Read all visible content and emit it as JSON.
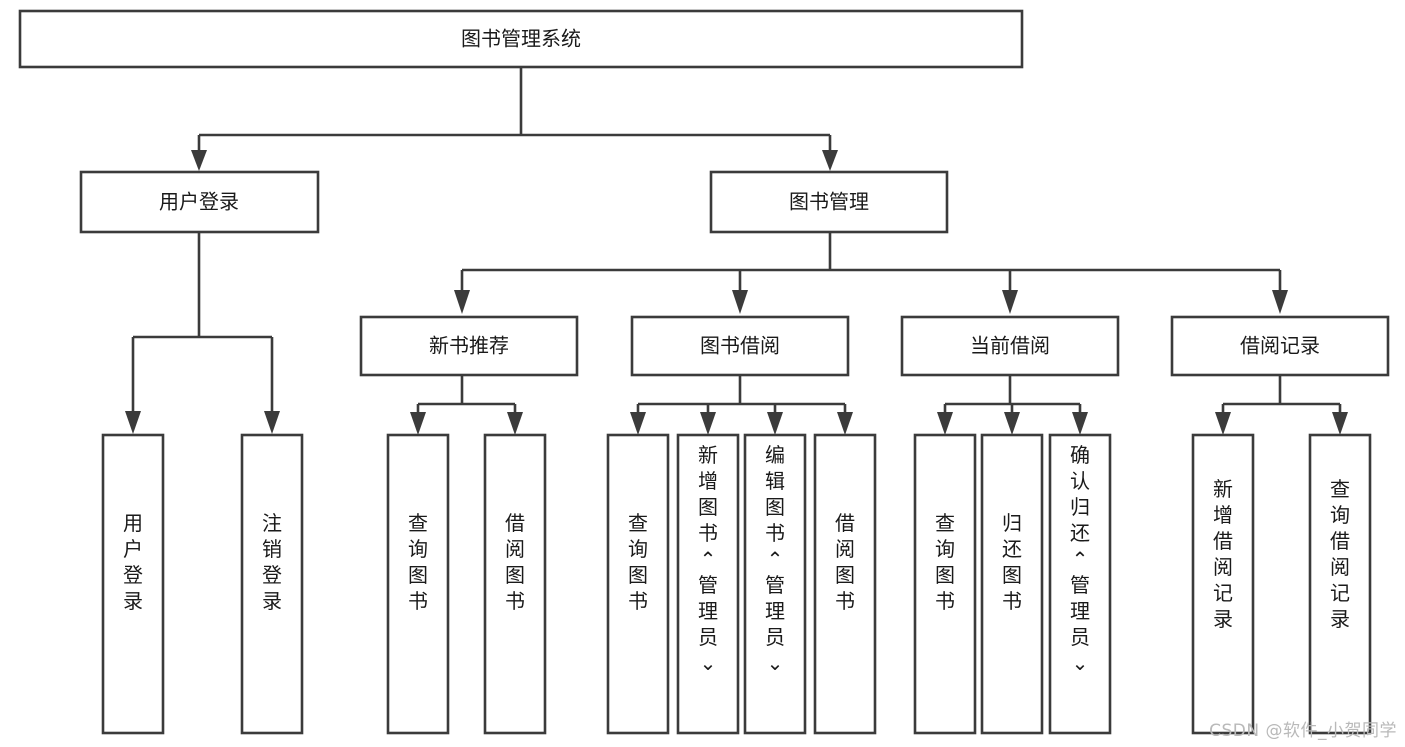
{
  "diagram": {
    "type": "tree",
    "title": "图书管理系统",
    "root": {
      "id": "root",
      "label": "图书管理系统",
      "orientation": "horizontal"
    },
    "level1": [
      {
        "id": "user-login",
        "label": "用户登录",
        "orientation": "horizontal"
      },
      {
        "id": "book-manage",
        "label": "图书管理",
        "orientation": "horizontal"
      }
    ],
    "level2": [
      {
        "id": "new-book-recommend",
        "label": "新书推荐",
        "orientation": "horizontal",
        "parent": "book-manage"
      },
      {
        "id": "book-borrow",
        "label": "图书借阅",
        "orientation": "horizontal",
        "parent": "book-manage"
      },
      {
        "id": "current-borrow",
        "label": "当前借阅",
        "orientation": "horizontal",
        "parent": "book-manage"
      },
      {
        "id": "borrow-record",
        "label": "借阅记录",
        "orientation": "horizontal",
        "parent": "book-manage"
      }
    ],
    "leaves": [
      {
        "id": "leaf-user-login",
        "label": "用户登录",
        "orientation": "vertical",
        "parent": "user-login"
      },
      {
        "id": "leaf-user-logout",
        "label": "注销登录",
        "orientation": "vertical",
        "parent": "user-login"
      },
      {
        "id": "leaf-query-book-1",
        "label": "查询图书",
        "orientation": "vertical",
        "parent": "new-book-recommend"
      },
      {
        "id": "leaf-borrow-book-1",
        "label": "借阅图书",
        "orientation": "vertical",
        "parent": "new-book-recommend"
      },
      {
        "id": "leaf-query-book-2",
        "label": "查询图书",
        "orientation": "vertical",
        "parent": "book-borrow"
      },
      {
        "id": "leaf-add-book",
        "label": "新增图书（管理员）",
        "orientation": "vertical",
        "parent": "book-borrow"
      },
      {
        "id": "leaf-edit-book",
        "label": "编辑图书（管理员）",
        "orientation": "vertical",
        "parent": "book-borrow"
      },
      {
        "id": "leaf-borrow-book-2",
        "label": "借阅图书",
        "orientation": "vertical",
        "parent": "book-borrow"
      },
      {
        "id": "leaf-query-book-3",
        "label": "查询图书",
        "orientation": "vertical",
        "parent": "current-borrow"
      },
      {
        "id": "leaf-return-book",
        "label": "归还图书",
        "orientation": "vertical",
        "parent": "current-borrow"
      },
      {
        "id": "leaf-confirm-return",
        "label": "确认归还（管理员）",
        "orientation": "vertical",
        "parent": "current-borrow"
      },
      {
        "id": "leaf-add-record",
        "label": "新增借阅记录",
        "orientation": "vertical",
        "parent": "borrow-record"
      },
      {
        "id": "leaf-query-record",
        "label": "查询借阅记录",
        "orientation": "vertical",
        "parent": "borrow-record"
      }
    ]
  },
  "watermark": {
    "text": "CSDN @软件_小贺同学"
  },
  "colors": {
    "box_stroke": "#3b3b3b",
    "box_fill": "#ffffff",
    "text": "#1a1a1a",
    "background": "#ffffff",
    "watermark": "#b9b9b9"
  }
}
